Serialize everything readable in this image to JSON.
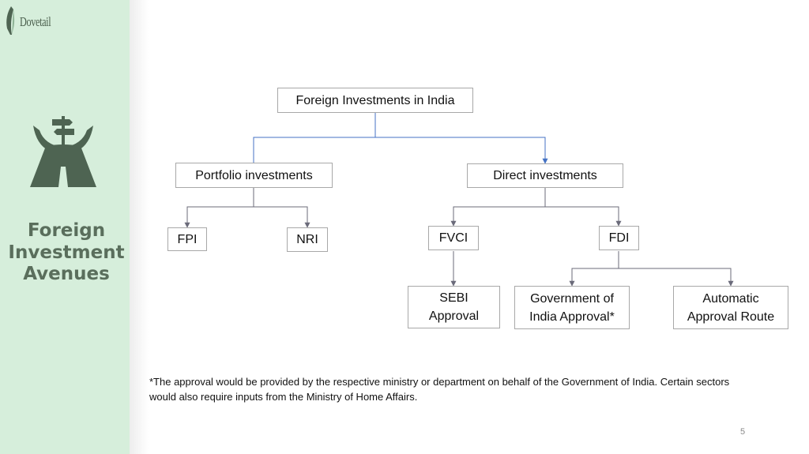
{
  "brand": {
    "logo_text": "Dovetail"
  },
  "sidebar": {
    "title_lines": [
      "Foreign",
      "Investment",
      "Avenues"
    ]
  },
  "diagram": {
    "root": "Foreign Investments in India",
    "portfolio": "Portfolio investments",
    "direct": "Direct investments",
    "fpi": "FPI",
    "nri": "NRI",
    "fvci": "FVCI",
    "fdi": "FDI",
    "sebi_lines": [
      "SEBI",
      "Approval"
    ],
    "gov_lines": [
      "Government of",
      "India Approval*"
    ],
    "auto_lines": [
      "Automatic",
      "Approval Route"
    ]
  },
  "footnote": "*The approval would be provided by the respective ministry or department on behalf of the Government of India. Certain sectors would also require inputs from the Ministry of Home Affairs.",
  "page_number": "5",
  "colors": {
    "sidebar_bg": "#d6eedb",
    "title_green": "#5a6e5c",
    "icon_green": "#4e6452",
    "root_connector": "#4472c4",
    "connector": "#6b6b7a"
  }
}
